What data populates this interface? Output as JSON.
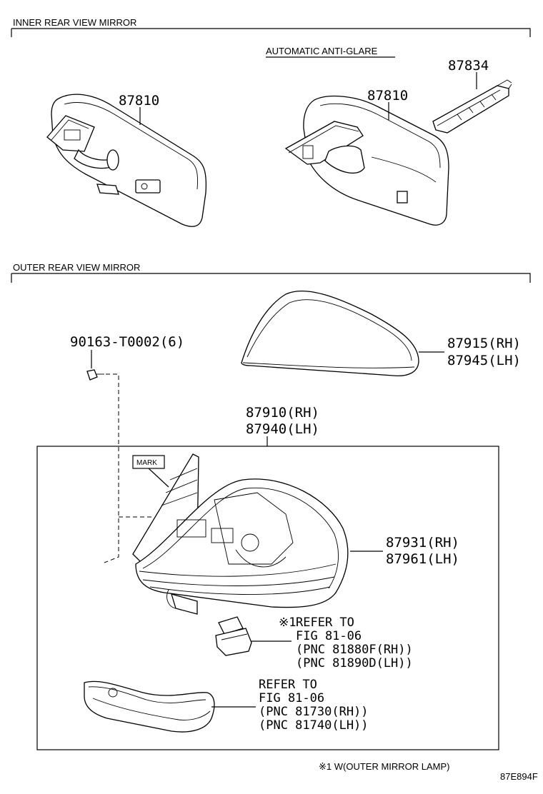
{
  "sections": {
    "inner_title": "INNER REAR VIEW MIRROR",
    "outer_title": "OUTER REAR VIEW MIRROR"
  },
  "inner": {
    "standard_part": "87810",
    "auto_label": "AUTOMATIC ANTI-GLARE",
    "auto_part": "87810",
    "sensor_part": "87834"
  },
  "outer": {
    "screw_part": "90163-T0002(6)",
    "cover_rh": "87915(RH)",
    "cover_lh": "87945(LH)",
    "assy_rh": "87910(RH)",
    "assy_lh": "87940(LH)",
    "mark_label": "MARK",
    "body_rh": "87931(RH)",
    "body_lh": "87961(LH)",
    "lamp_ref": {
      "mark": "※1",
      "line1": "REFER TO",
      "line2": "FIG 81-06",
      "line3": "(PNC 81880F(RH))",
      "line4": "(PNC 81890D(LH))"
    },
    "signal_ref": {
      "line1": "REFER TO",
      "line2": "FIG 81-06",
      "line3": "(PNC 81730(RH))",
      "line4": "(PNC 81740(LH))"
    }
  },
  "footnote": "※1 W(OUTER MIRROR LAMP)",
  "figure_code": "87E894F"
}
